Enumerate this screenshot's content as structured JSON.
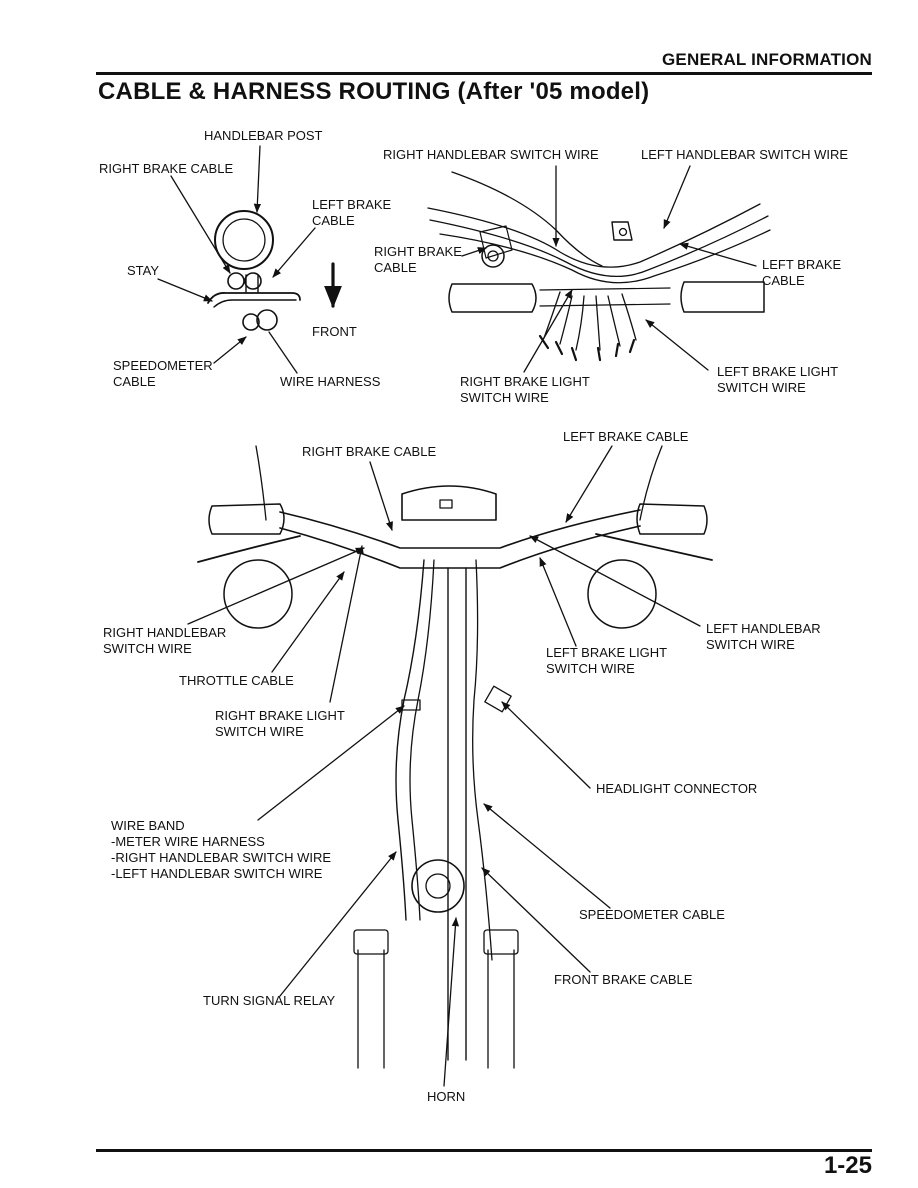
{
  "header": "GENERAL INFORMATION",
  "title": "CABLE & HARNESS ROUTING (After '05 model)",
  "page_number": "1-25",
  "top_left_labels": {
    "handlebar_post": "HANDLEBAR POST",
    "right_brake_cable": "RIGHT BRAKE CABLE",
    "left_brake_cable": "LEFT BRAKE\nCABLE",
    "stay": "STAY",
    "front": "FRONT",
    "speedometer_cable": "SPEEDOMETER\nCABLE",
    "wire_harness": "WIRE HARNESS"
  },
  "top_right_labels": {
    "right_handlebar_switch_wire": "RIGHT HANDLEBAR SWITCH WIRE",
    "left_handlebar_switch_wire": "LEFT HANDLEBAR SWITCH WIRE",
    "right_brake_cable": "RIGHT BRAKE\nCABLE",
    "left_brake_cable": "LEFT BRAKE\nCABLE",
    "right_brake_light_switch_wire": "RIGHT BRAKE LIGHT\nSWITCH WIRE",
    "left_brake_light_switch_wire": "LEFT BRAKE LIGHT\nSWITCH WIRE"
  },
  "bottom_labels": {
    "right_brake_cable": "RIGHT BRAKE CABLE",
    "left_brake_cable": "LEFT BRAKE CABLE",
    "right_handlebar_switch_wire": "RIGHT HANDLEBAR\nSWITCH WIRE",
    "left_handlebar_switch_wire": "LEFT HANDLEBAR\nSWITCH WIRE",
    "left_brake_light_switch_wire": "LEFT BRAKE LIGHT\nSWITCH WIRE",
    "throttle_cable": "THROTTLE CABLE",
    "right_brake_light_switch_wire": "RIGHT BRAKE LIGHT\nSWITCH WIRE",
    "headlight_connector": "HEADLIGHT CONNECTOR",
    "wire_band": "WIRE BAND\n-METER WIRE HARNESS\n-RIGHT HANDLEBAR SWITCH WIRE\n-LEFT HANDLEBAR SWITCH WIRE",
    "speedometer_cable": "SPEEDOMETER CABLE",
    "front_brake_cable": "FRONT BRAKE CABLE",
    "turn_signal_relay": "TURN SIGNAL RELAY",
    "horn": "HORN"
  }
}
